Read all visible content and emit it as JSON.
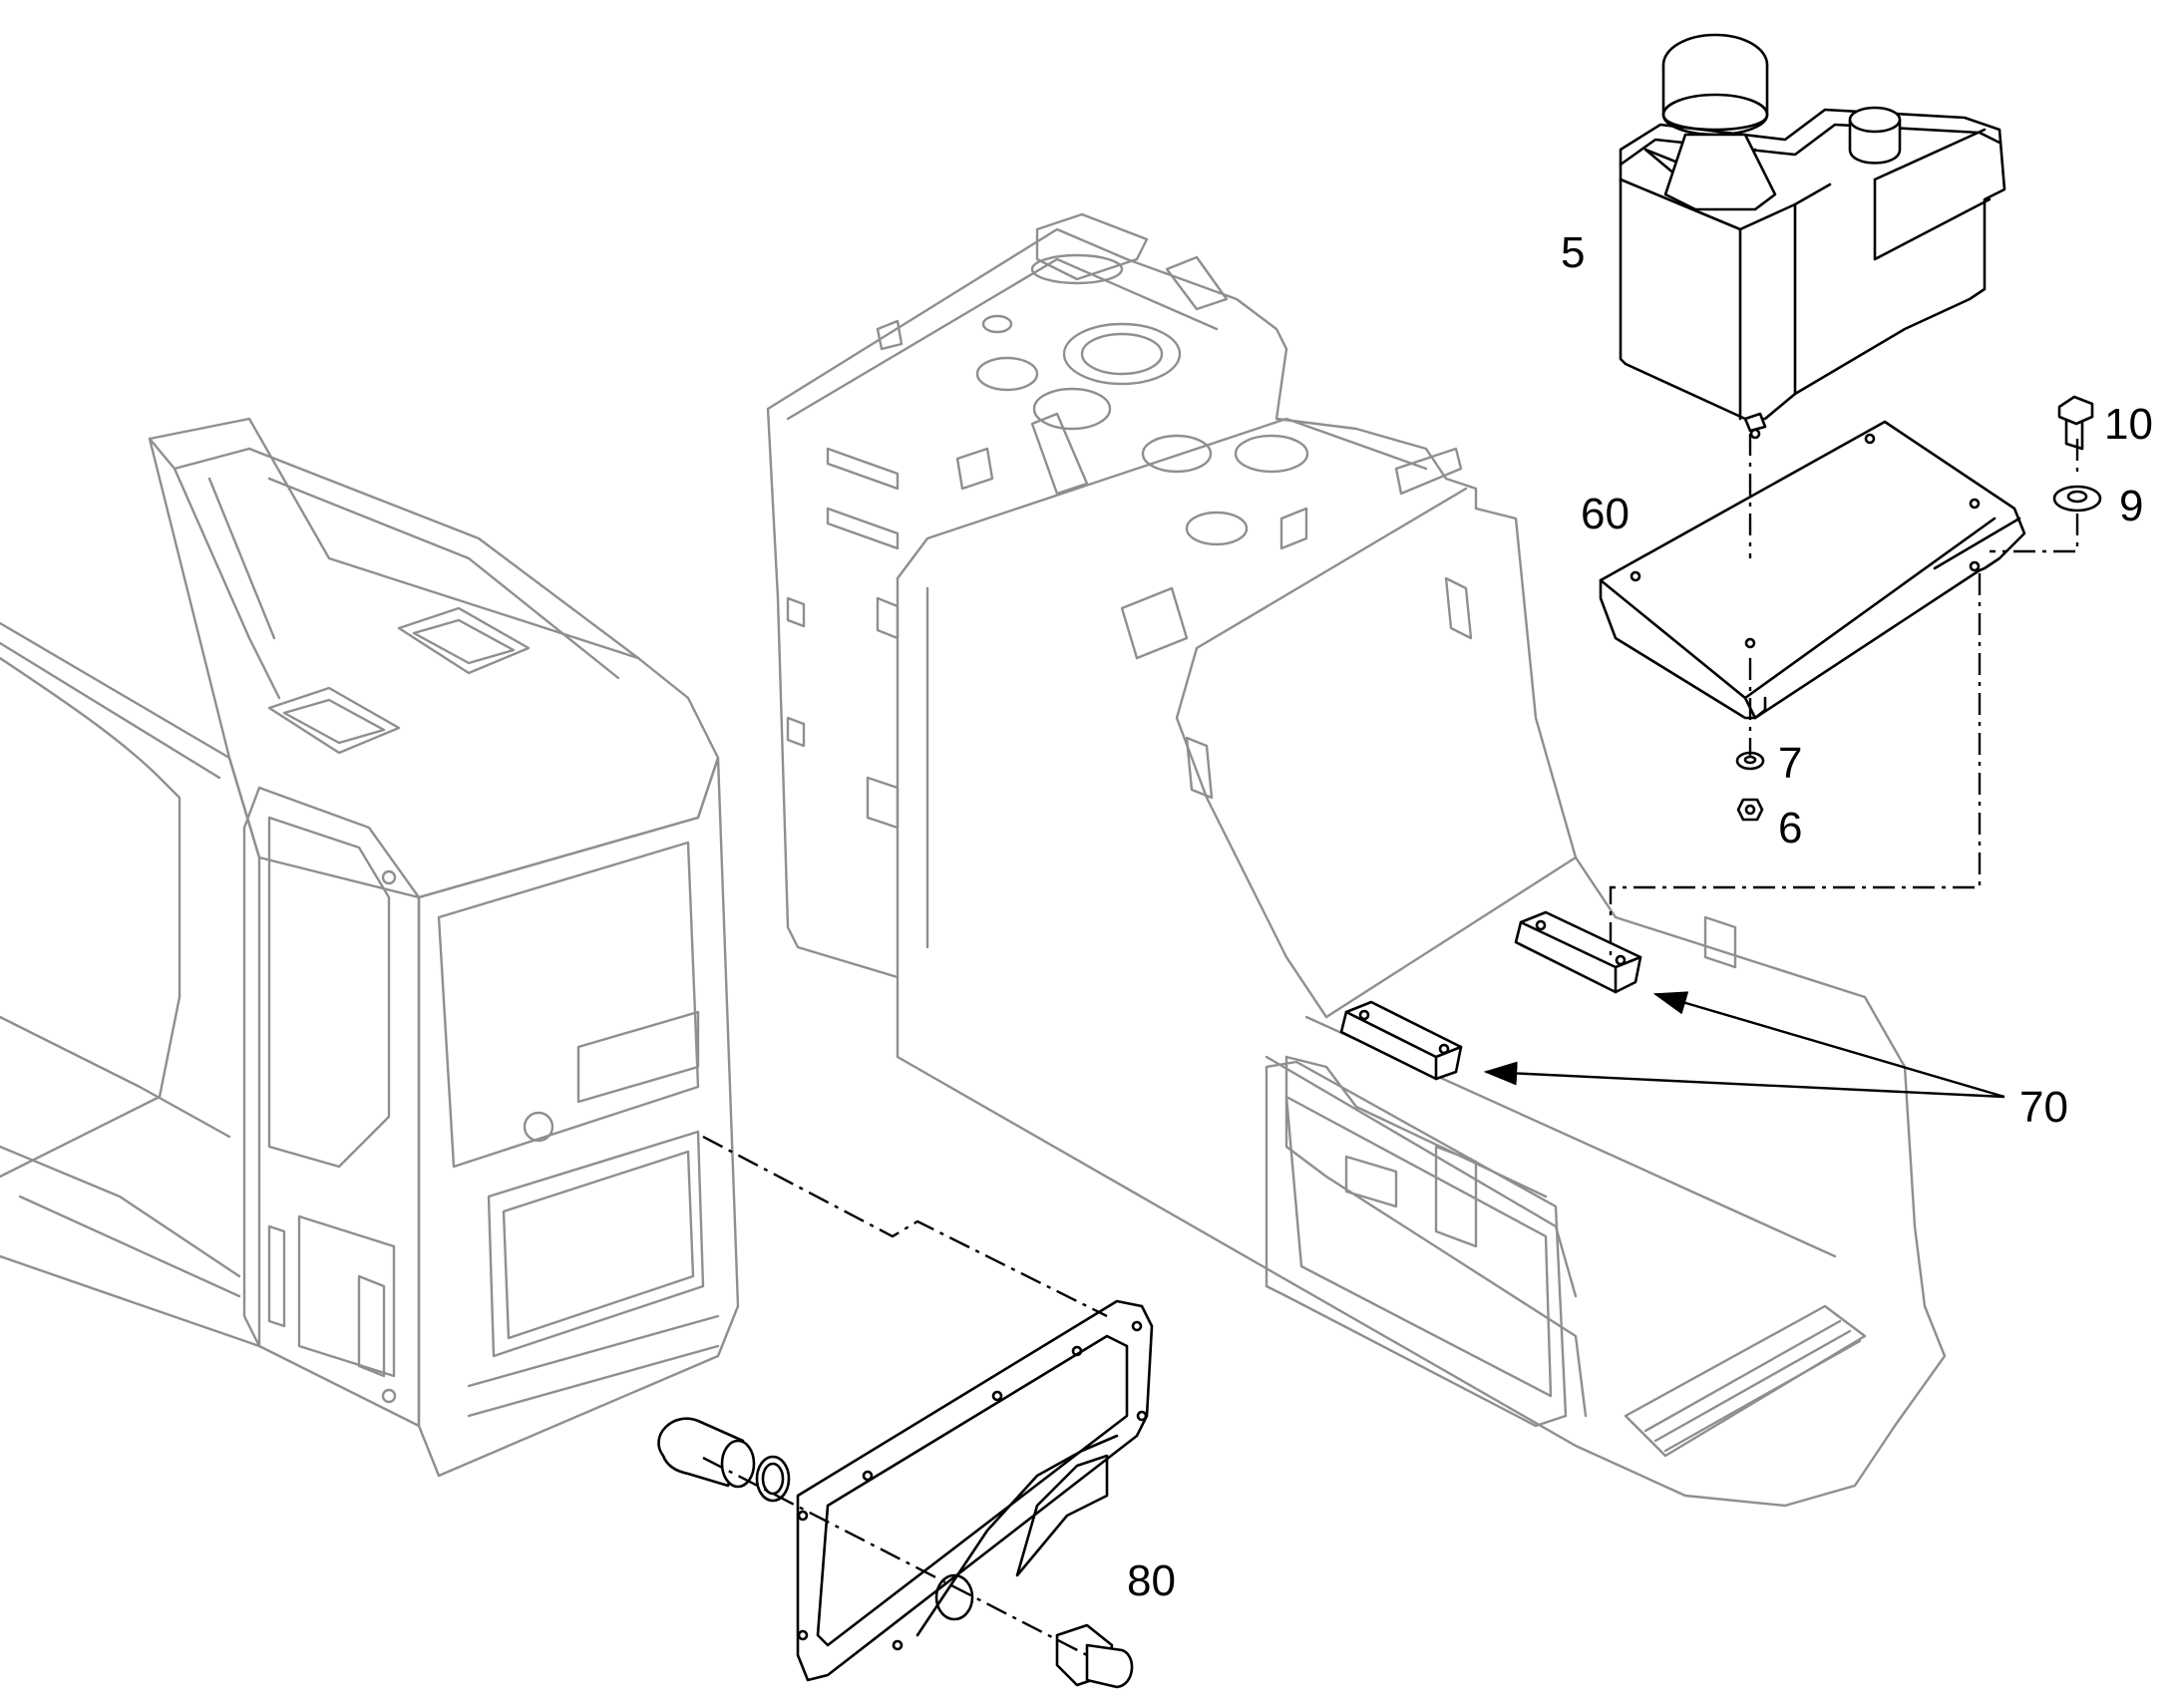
{
  "callouts": {
    "c5": "5",
    "c10": "10",
    "c9": "9",
    "c60": "60",
    "c7": "7",
    "c6": "6",
    "c70": "70",
    "c80": "80"
  }
}
